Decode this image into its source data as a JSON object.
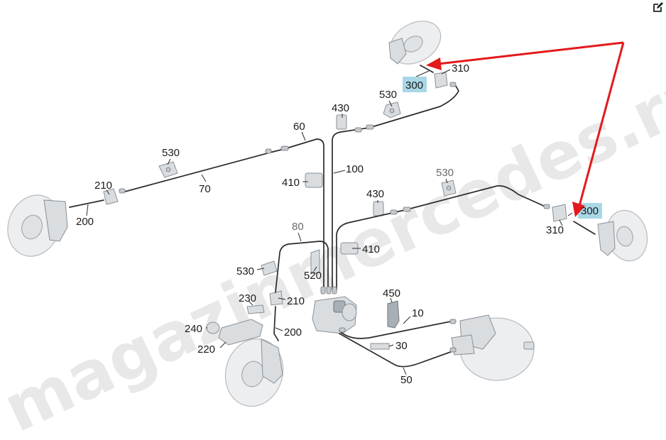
{
  "watermark": "magazinmercedes.ru",
  "toolbar": {
    "edit_icon": "edit-icon"
  },
  "highlight_color": "#a8d7e6",
  "arrow_color": "#e3191b",
  "callouts": {
    "c300a": "300",
    "c310a": "310",
    "c530a": "530",
    "c430a": "430",
    "c60": "60",
    "c530b": "530",
    "c100": "100",
    "c410a": "410",
    "c210a": "210",
    "c70": "70",
    "c200a": "200",
    "c530c": "530",
    "c430b": "430",
    "c300b": "300",
    "c310b": "310",
    "c80": "80",
    "c410b": "410",
    "c530d": "530",
    "c520": "520",
    "c230": "230",
    "c210b": "210",
    "c240": "240",
    "c200b": "200",
    "c220": "220",
    "c450": "450",
    "c10": "10",
    "c30": "30",
    "c50": "50"
  }
}
